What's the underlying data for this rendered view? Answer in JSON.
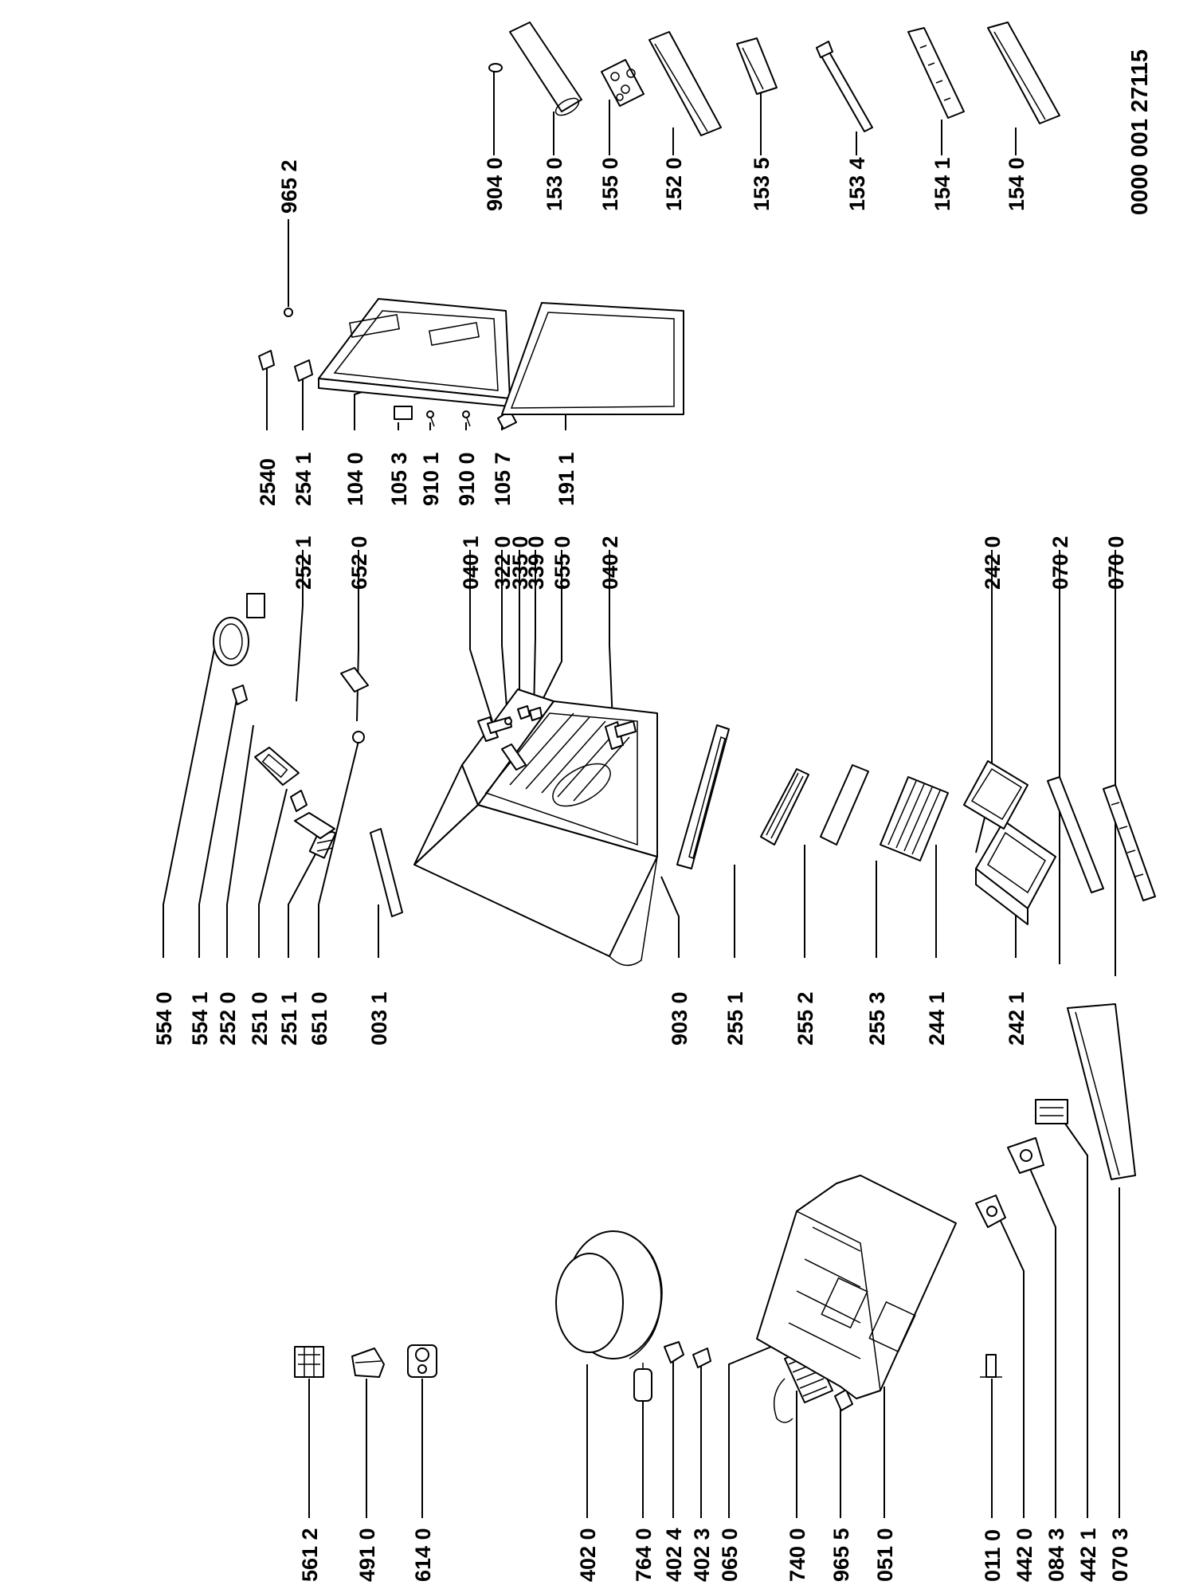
{
  "diagram": {
    "drawing_code": "0000 001 27115",
    "labels": {
      "l5612": "561 2",
      "l4910": "491 0",
      "l6140": "614 0",
      "l4020": "402 0",
      "l7640": "764 0",
      "l4024": "402 4",
      "l4023": "402 3",
      "l0650": "065 0",
      "l7400": "740 0",
      "l9655": "965 5",
      "l0510": "051 0",
      "l0110": "011 0",
      "l4420": "442 0",
      "l0843": "084 3",
      "l4421": "442 1",
      "l0703": "070 3",
      "l5540": "554 0",
      "l5541": "554 1",
      "l2520": "252 0",
      "l2510": "251 0",
      "l2511": "251 1",
      "l6510": "651 0",
      "l0031": "003 1",
      "l9030": "903 0",
      "l2551": "255 1",
      "l2552": "255 2",
      "l2553": "255 3",
      "l2441": "244 1",
      "l2421": "242 1",
      "l2521": "252 1",
      "l6520": "652 0",
      "l0401": "040 1",
      "l3220": "322 0",
      "l3350": "335 0",
      "l3390": "339 0",
      "l6550": "655 0",
      "l0402": "040 2",
      "l2420": "242 0",
      "l0702": "070 2",
      "l0700": "070 0",
      "l2540": "2540",
      "l2541": "254 1",
      "l1040": "104 0",
      "l1053": "105 3",
      "l9101": "910 1",
      "l9100": "910 0",
      "l1057": "105 7",
      "l1911": "191 1",
      "l9652": "965 2",
      "l9040": "904 0",
      "l1530": "153 0",
      "l1550": "155 0",
      "l1520": "152 0",
      "l1535": "153 5",
      "l1534": "153 4",
      "l1541": "154 1",
      "l1540": "154 0"
    }
  }
}
